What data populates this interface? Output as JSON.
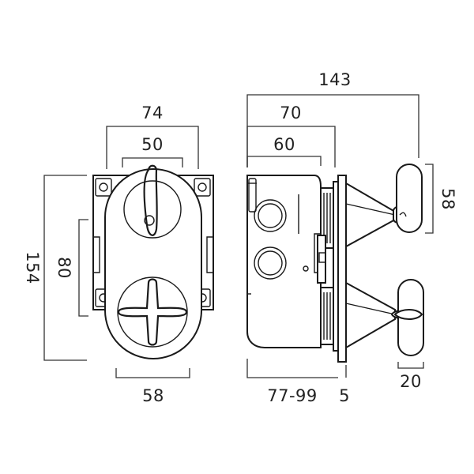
{
  "dimensions": {
    "front_width_outer": "74",
    "front_width_inner": "50",
    "front_height_total": "154",
    "front_height_inner": "80",
    "front_bottom_width": "58",
    "side_overall_depth": "143",
    "side_depth_70": "70",
    "side_depth_60": "60",
    "side_handle_height": "58",
    "side_handle_width": "20",
    "side_adjustable_depth": "77-99",
    "side_plate_thickness": "5"
  },
  "colors": {
    "line": "#1a1a1a",
    "dimension": "#333333",
    "background": "#ffffff"
  }
}
